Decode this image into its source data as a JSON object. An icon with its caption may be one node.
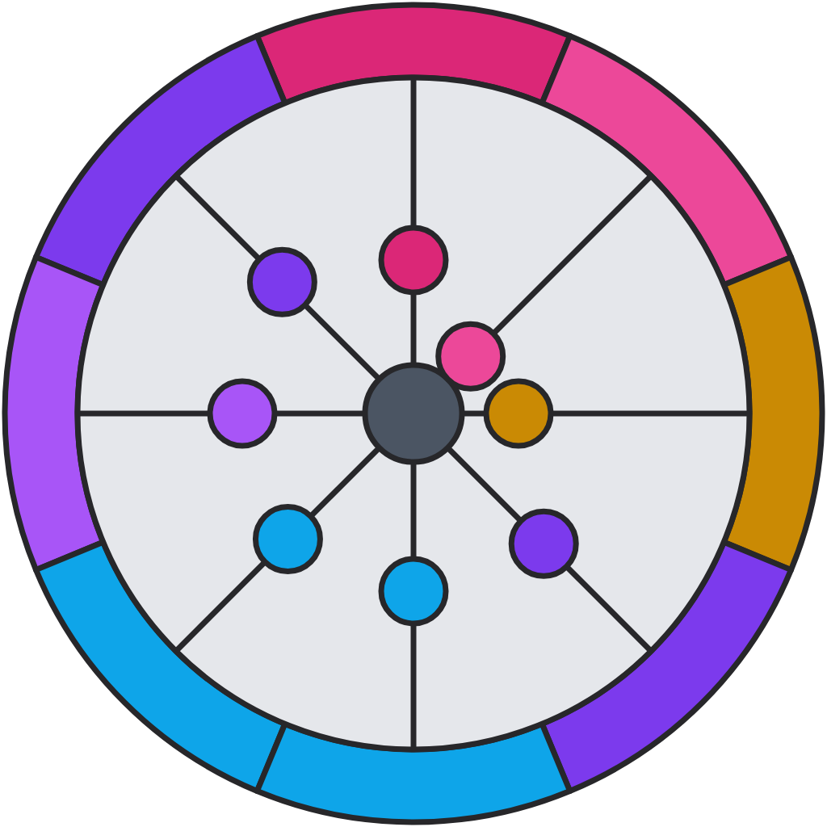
{
  "diagram": {
    "nodes": [
      {
        "text": [],
        "shape": "circle"
      },
      {
        "text": [],
        "shape": "circle",
        "in": 0
      },
      {
        "text": [],
        "shape": "circle",
        "in": 0
      },
      {
        "text": [],
        "shape": "circle",
        "in": 0
      },
      {
        "text": [],
        "shape": "circle",
        "in": 0
      },
      {
        "text": [],
        "shape": "circle",
        "in": 0
      },
      {
        "text": [],
        "shape": "circle",
        "in": 0
      },
      {
        "text": [],
        "shape": "circle",
        "in": 0
      },
      {
        "text": [],
        "shape": "circle",
        "in": 0
      },
      {
        "text": [],
        "shape": "circle",
        "in": 0
      },
      {
        "text": [],
        "shape": "arc"
      },
      {
        "text": [],
        "shape": "arc"
      },
      {
        "text": [],
        "shape": "arc"
      },
      {
        "text": [],
        "shape": "arc"
      },
      {
        "text": [],
        "shape": "arc"
      },
      {
        "text": [],
        "shape": "arc"
      },
      {
        "text": [],
        "shape": "arc"
      },
      {
        "text": [],
        "shape": "arc"
      }
    ],
    "edges": [
      {
        "from": 1,
        "to": 2,
        "arrow": "none"
      },
      {
        "from": 2,
        "to": 10,
        "arrow": "none"
      },
      {
        "from": 1,
        "to": 3,
        "arrow": "none"
      },
      {
        "from": 3,
        "to": 11,
        "arrow": "none"
      },
      {
        "from": 4,
        "to": 12,
        "arrow": "none"
      },
      {
        "from": 1,
        "to": 5,
        "arrow": "none"
      },
      {
        "from": 5,
        "to": 13,
        "arrow": "none"
      },
      {
        "from": 1,
        "to": 6,
        "arrow": "none"
      },
      {
        "from": 6,
        "to": 14,
        "arrow": "none"
      },
      {
        "from": 1,
        "to": 7,
        "arrow": "none"
      },
      {
        "from": 7,
        "to": 15,
        "arrow": "none"
      },
      {
        "from": 1,
        "to": 8,
        "arrow": "none"
      },
      {
        "from": 8,
        "to": 16,
        "arrow": "none"
      },
      {
        "from": 1,
        "to": 9,
        "arrow": "none"
      },
      {
        "from": 9,
        "to": 17,
        "arrow": "none"
      }
    ]
  }
}
